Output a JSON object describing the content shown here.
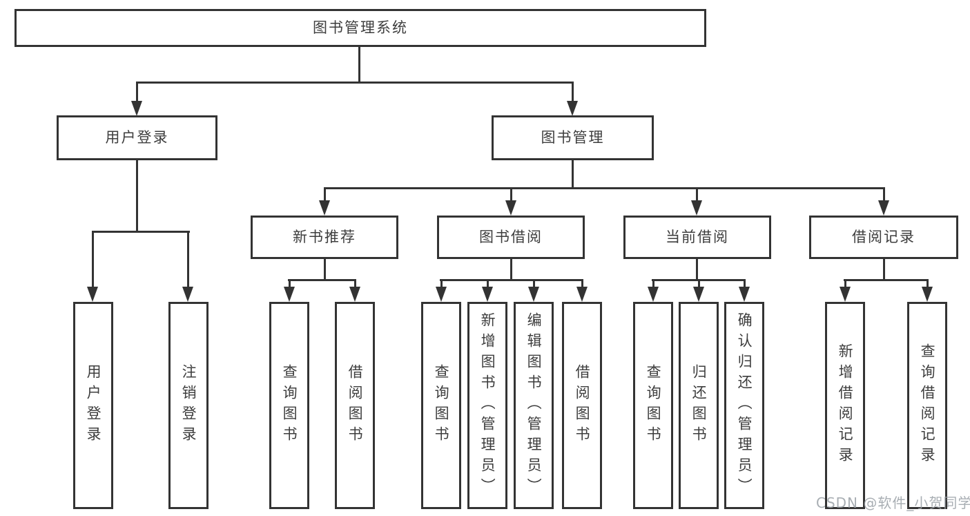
{
  "diagram": {
    "root": {
      "label": "图书管理系统"
    },
    "branches": [
      {
        "label": "用户登录",
        "children": [
          {
            "label": "用户登录"
          },
          {
            "label": "注销登录"
          }
        ]
      },
      {
        "label": "图书管理",
        "children": [
          {
            "label": "新书推荐",
            "children": [
              {
                "label": "查询图书"
              },
              {
                "label": "借阅图书"
              }
            ]
          },
          {
            "label": "图书借阅",
            "children": [
              {
                "label": "查询图书"
              },
              {
                "label": "新增图书（管理员）"
              },
              {
                "label": "编辑图书（管理员）"
              },
              {
                "label": "借阅图书"
              }
            ]
          },
          {
            "label": "当前借阅",
            "children": [
              {
                "label": "查询图书"
              },
              {
                "label": "归还图书"
              },
              {
                "label": "确认归还（管理员）"
              }
            ]
          },
          {
            "label": "借阅记录",
            "children": [
              {
                "label": "新增借阅记录"
              },
              {
                "label": "查询借阅记录"
              }
            ]
          }
        ]
      }
    ],
    "watermark": "CSDN @软件_小贺同学",
    "colors": {
      "line": "#333333",
      "text": "#3d3d3d",
      "watermark": "#9aa0a6",
      "background": "#ffffff"
    }
  }
}
